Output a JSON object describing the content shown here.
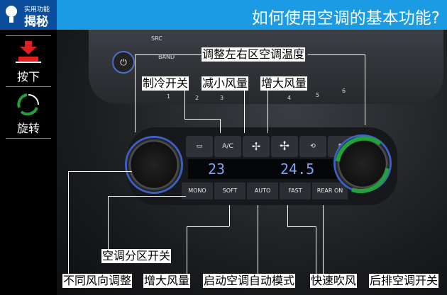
{
  "header": {
    "logo_small": "实用功能",
    "logo_big": "揭秘",
    "title": "如何使用空调的基本功能?"
  },
  "legend": [
    {
      "label": "按下",
      "icon": "press-down-icon"
    },
    {
      "label": "旋转",
      "icon": "rotate-icon"
    }
  ],
  "radio": {
    "buttons": [
      "SRC",
      "BAND"
    ],
    "presets": [
      "1",
      "2",
      "3",
      "4",
      "5",
      "6"
    ]
  },
  "panel": {
    "top_buttons": [
      "A/C"
    ],
    "bottom_buttons": [
      "MONO",
      "SOFT",
      "AUTO",
      "FAST",
      "REAR ON"
    ],
    "left_temp": "23",
    "right_temp": "24.5"
  },
  "labels": {
    "temp": "调整左右区空调温度",
    "ac": "制冷开关",
    "fan_down": "减小风量",
    "fan_up": "增大风量",
    "zone": "空调分区开关",
    "direction": "不同风向调整",
    "fan_up2": "增大风量",
    "auto": "启动空调自动模式",
    "fast": "快速吹风",
    "rear": "后排空调开关"
  },
  "colors": {
    "accent": "#1a9be3",
    "press": "#e02020",
    "rotate": "#22a040"
  }
}
